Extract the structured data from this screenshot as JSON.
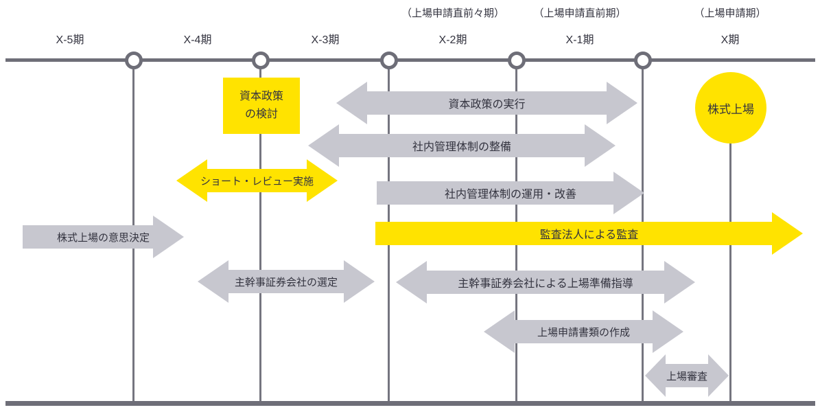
{
  "timeline": {
    "period_labels": [
      "X-5期",
      "X-4期",
      "X-3期",
      "X-2期",
      "X-1期",
      "X期"
    ],
    "phase_labels": [
      "（上場申請直前々期）",
      "（上場申請直前期）",
      "（上場申請期）"
    ]
  },
  "capital_box": {
    "line1": "資本政策",
    "line2": "の検討"
  },
  "ipo_circle": {
    "label": "株式上場"
  },
  "arrows": [
    {
      "label": "資本政策の実行",
      "style": "gray",
      "direction": "both"
    },
    {
      "label": "社内管理体制の整備",
      "style": "gray",
      "direction": "both"
    },
    {
      "label": "ショート・レビュー実施",
      "style": "yellow",
      "direction": "both"
    },
    {
      "label": "社内管理体制の運用・改善",
      "style": "gray",
      "direction": "right"
    },
    {
      "label": "監査法人による監査",
      "style": "yellow",
      "direction": "right"
    },
    {
      "label": "株式上場の意思決定",
      "style": "gray",
      "direction": "right"
    },
    {
      "label": "主幹事証券会社の選定",
      "style": "gray",
      "direction": "both"
    },
    {
      "label": "主幹事証券会社による上場準備指導",
      "style": "gray",
      "direction": "both"
    },
    {
      "label": "上場申請書類の作成",
      "style": "gray",
      "direction": "both"
    },
    {
      "label": "上場審査",
      "style": "gray",
      "direction": "both"
    }
  ],
  "colors": {
    "accent_yellow": "#FFE300",
    "arrow_gray": "#C7C7CF",
    "axis_gray": "#6E6E78",
    "text_dark": "#33333F"
  }
}
